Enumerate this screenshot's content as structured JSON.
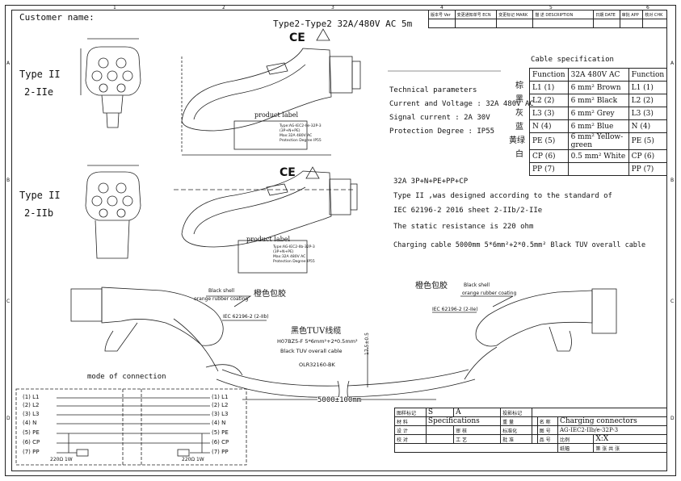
{
  "header": {
    "customer_label": "Customer name:",
    "model_title": "Type2-Type2 32A/480V AC  5m",
    "ce_mark": "CE"
  },
  "connector_a": {
    "type_line1": "Type II",
    "type_line2": "2-IIe",
    "product_label": "product label",
    "label_lines": [
      "Type:AG-IEC2-IIe-32P-3",
      "(3P+N+PE)",
      "Max:32A 480V AC",
      "Protection Degree IP55"
    ]
  },
  "connector_b": {
    "type_line1": "Type II",
    "type_line2": "2-IIb",
    "product_label": "product label",
    "label_lines": [
      "Type:AG-IEC2-IIb-32P-3",
      "(3P+N+PE)",
      "Max:32A 480V AC",
      "Protection Degree IP55"
    ]
  },
  "technical": {
    "title": "Technical parameters",
    "current_voltage": "Current and Voltage : 32A 480V AC",
    "signal_current": "Signal current : 2A  30V",
    "protection": "Protection Degree : IP55"
  },
  "standard": {
    "line1": "32A 3P+N+PE+PP+CP",
    "line2": "Type II ,was designed according to the standard of",
    "line3": "IEC 62196-2 2016 sheet 2-IIb/2-IIe",
    "line4": "The static resistance is 220 ohm",
    "line5": "Charging cable 5000mm  5*6mm²+2*0.5mm²  Black TUV overall cable"
  },
  "cable_spec": {
    "title": "Cable specification",
    "headers": [
      "Function",
      "32A  480V AC",
      "Function"
    ],
    "rows": [
      {
        "cn": "棕",
        "left": "L1 (1)",
        "wire": "6 mm² Brown",
        "right": "L1 (1)"
      },
      {
        "cn": "黑",
        "left": "L2 (2)",
        "wire": "6 mm² Black",
        "right": "L2 (2)"
      },
      {
        "cn": "灰",
        "left": "L3 (3)",
        "wire": "6 mm² Grey",
        "right": "L3 (3)"
      },
      {
        "cn": "蓝",
        "left": "N (4)",
        "wire": "6 mm² Blue",
        "right": "N (4)"
      },
      {
        "cn": "黄绿",
        "left": "PE (5)",
        "wire": "6 mm² Yellow-green",
        "right": "PE (5)"
      },
      {
        "cn": "白",
        "left": "CP (6)",
        "wire": "0.5 mm² White",
        "right": "CP (6)"
      },
      {
        "cn": "",
        "left": "PP (7)",
        "wire": "",
        "right": "PP (7)"
      }
    ]
  },
  "assembly": {
    "shell_left_cn": "橙色包胶",
    "shell_right_cn": "橙色包胶",
    "shell_en1": "Black shell",
    "shell_en2": "orange rubber coating",
    "iec_left": "IEC 62196-2 (2-IIb)",
    "iec_right": "IEC 62196-2 (2-IIe)",
    "cable_cn": "黑色TUV线缆",
    "cable_spec": "H07BZ5-F 5*6mm²+2*0.5mm²",
    "cable_en": "Black TUV overall cable",
    "part_no": "OLR32160-BK",
    "diameter": "17.5±0.5",
    "length": "5000±100mm"
  },
  "connection": {
    "title": "mode of connection",
    "pins": [
      "(1) L1",
      "(2) L2",
      "(3) L3",
      "(4) N",
      "(5) PE",
      "(6) CP",
      "(7) PP"
    ],
    "resistor_left": "220Ω 1W",
    "resistor_right": "220Ω 1W"
  },
  "revision": {
    "headers": [
      "版本号 Ver",
      "变更通知单号 ECN",
      "变更标记 MARK",
      "描 述  DESCRIPTION",
      "日期 DATE",
      "审批 APP",
      "核对 CHK"
    ]
  },
  "title_block": {
    "dwg_std": "图样标记",
    "s": "S",
    "a": "A",
    "proj_std": "投影标记",
    "material": "材 料",
    "material_val": "Specifications",
    "weight": "重 量",
    "name": "名 称",
    "name_val": "Charging connectors",
    "design": "设 计",
    "review": "审 核",
    "standard": "标准化",
    "drawing_no": "图 号",
    "drawing_val": "AG-IEC2-IIb/e-32P-3",
    "check": "校 对",
    "process": "工 艺",
    "approve": "批 准",
    "part_no": "品 号",
    "scale_lbl": "比例",
    "scale_val": "X:X",
    "sheet_lbl": "纸幅",
    "sheets": "第   张  共   张"
  },
  "zones": {
    "cols": [
      "1",
      "2",
      "3",
      "4",
      "5",
      "6"
    ],
    "rows": [
      "A",
      "B",
      "C",
      "D"
    ]
  }
}
